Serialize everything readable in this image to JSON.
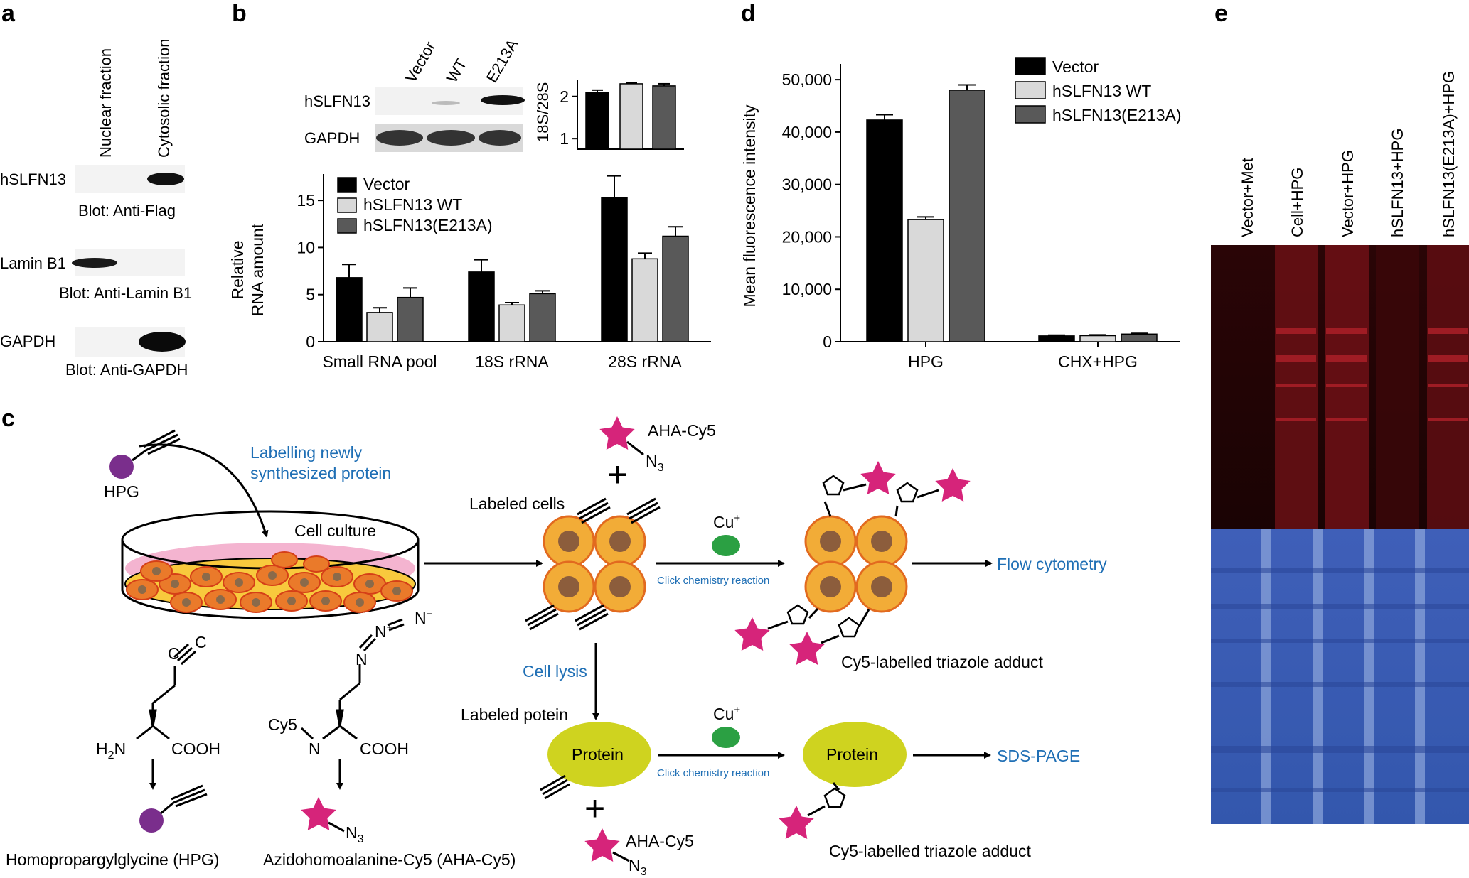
{
  "panels": {
    "a": {
      "letter": "a",
      "columns": [
        "Nuclear fraction",
        "Cytosolic fraction"
      ],
      "rows": [
        {
          "label": "hSLFN13",
          "blot": "Blot: Anti-Flag"
        },
        {
          "label": "Lamin B1",
          "blot": "Blot: Anti-Lamin B1"
        },
        {
          "label": "GAPDH",
          "blot": "Blot: Anti-GAPDH"
        }
      ]
    },
    "b": {
      "letter": "b",
      "lanes": [
        "Vector",
        "WT",
        "E213A"
      ],
      "blots": [
        "hSLFN13",
        "GAPDH"
      ],
      "inset_ylabel": "18S/28S",
      "ylabel_line1": "Relative",
      "ylabel_line2": "RNA amount"
    },
    "c": {
      "letter": "c",
      "hpg": "HPG",
      "labelling_line1": "Labelling newly",
      "labelling_line2": "synthesized protein",
      "cell_culture": "Cell culture",
      "aha_cy5": "AHA-Cy5",
      "n3": "N",
      "n3_sub": "3",
      "labeled_cells": "Labeled cells",
      "cu": "Cu",
      "cu_sup": "+",
      "click_reaction": "Click chemistry reaction",
      "flow_cytometry": "Flow cytometry",
      "triazole_adduct": "Cy5-labelled triazole adduct",
      "cell_lysis": "Cell lysis",
      "labeled_protein": "Labeled potein",
      "protein": "Protein",
      "sds_page": "SDS-PAGE",
      "h2n": "H",
      "h2n_sub": "2",
      "h2n_n": "N",
      "cooh": "COOH",
      "c_atom": "C",
      "n_atom": "N",
      "n_plus": "N",
      "plus_sup": "+",
      "n_minus": "N",
      "minus_sup": "−",
      "cy5": "Cy5",
      "hpg_name": "Homopropargylglycine (HPG)",
      "aha_name": "Azidohomoalanine-Cy5 (AHA-Cy5)",
      "plus": "+"
    },
    "d": {
      "letter": "d",
      "ylabel": "Mean fluorescence intensity"
    },
    "e": {
      "letter": "e",
      "lanes": [
        "Vector+Met",
        "Cell+HPG",
        "Vector+HPG",
        "hSLFN13+HPG",
        "hSLFN13(E213A)+HPG"
      ]
    }
  },
  "chart_data": [
    {
      "id": "b-inset",
      "type": "bar",
      "ylabel": "18S/28S",
      "categories": [
        "Vector",
        "WT",
        "E213A"
      ],
      "values": [
        2.1,
        2.3,
        2.25
      ],
      "errors": [
        0.05,
        0.02,
        0.05
      ],
      "yticks": [
        1,
        2
      ],
      "ylim": [
        0.75,
        2.4
      ],
      "colors": [
        "#000000",
        "#d9d9d9",
        "#595959"
      ]
    },
    {
      "id": "b-main",
      "type": "bar",
      "xlabel": "",
      "ylabel": "Relative RNA amount",
      "categories": [
        "Small RNA pool",
        "18S rRNA",
        "28S rRNA"
      ],
      "series": [
        {
          "name": "Vector",
          "values": [
            6.8,
            7.4,
            15.3
          ],
          "errors": [
            1.4,
            1.3,
            2.3
          ],
          "color": "#000000"
        },
        {
          "name": "hSLFN13 WT",
          "values": [
            3.1,
            3.9,
            8.8
          ],
          "errors": [
            0.5,
            0.25,
            0.6
          ],
          "color": "#d9d9d9"
        },
        {
          "name": "hSLFN13(E213A)",
          "values": [
            4.7,
            5.1,
            11.2
          ],
          "errors": [
            1.0,
            0.3,
            1.0
          ],
          "color": "#595959"
        }
      ],
      "yticks": [
        0,
        5,
        10,
        15
      ],
      "ylim": [
        0,
        17.8
      ],
      "legend": "top-left"
    },
    {
      "id": "d",
      "type": "bar",
      "xlabel": "",
      "ylabel": "Mean fluorescence intensity",
      "categories": [
        "HPG",
        "CHX+HPG"
      ],
      "series": [
        {
          "name": "Vector",
          "values": [
            42300,
            1100
          ],
          "errors": [
            1000,
            150
          ],
          "color": "#000000"
        },
        {
          "name": "hSLFN13 WT",
          "values": [
            23300,
            1150
          ],
          "errors": [
            500,
            150
          ],
          "color": "#d9d9d9"
        },
        {
          "name": "hSLFN13(E213A)",
          "values": [
            48000,
            1450
          ],
          "errors": [
            1000,
            150
          ],
          "color": "#595959"
        }
      ],
      "yticks": [
        0,
        10000,
        20000,
        30000,
        40000,
        50000
      ],
      "ytick_labels": [
        "0",
        "10,000",
        "20,000",
        "30,000",
        "40,000",
        "50,000"
      ],
      "ylim": [
        0,
        53000
      ],
      "legend": "top-right"
    }
  ]
}
